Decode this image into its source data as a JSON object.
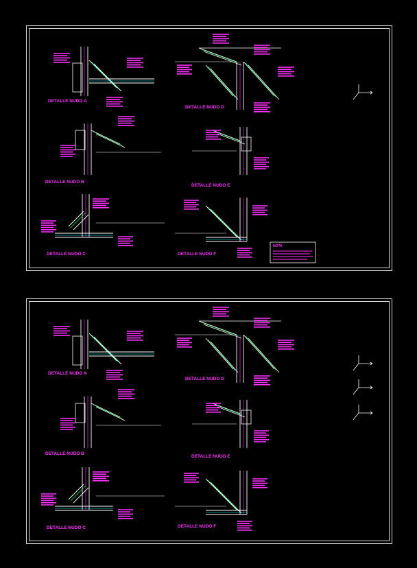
{
  "sheets": [
    {
      "details": [
        {
          "id": "A",
          "label": "DETALLE NUDO A"
        },
        {
          "id": "B",
          "label": "DETALLE NUDO B"
        },
        {
          "id": "C",
          "label": "DETALLE NUDO C"
        },
        {
          "id": "D",
          "label": "DETALLE NUDO D"
        },
        {
          "id": "E",
          "label": "DETALLE NUDO E"
        },
        {
          "id": "F",
          "label": "DETALLE NUDO F"
        }
      ],
      "note_title": "NOTA",
      "has_note": true
    },
    {
      "details": [
        {
          "id": "A",
          "label": "DETALLE NUDO A"
        },
        {
          "id": "B",
          "label": "DETALLE NUDO B"
        },
        {
          "id": "C",
          "label": "DETALLE NUDO C"
        },
        {
          "id": "D",
          "label": "DETALLE NUDO D"
        },
        {
          "id": "E",
          "label": "DETALLE NUDO E"
        },
        {
          "id": "F",
          "label": "DETALLE NUDO F"
        }
      ],
      "has_note": false
    }
  ],
  "colors": {
    "text": "#ff33ff",
    "member": "#ffffff",
    "weld": "#ff33ff",
    "dim": "#00ff66",
    "accent": "#00ffff"
  }
}
